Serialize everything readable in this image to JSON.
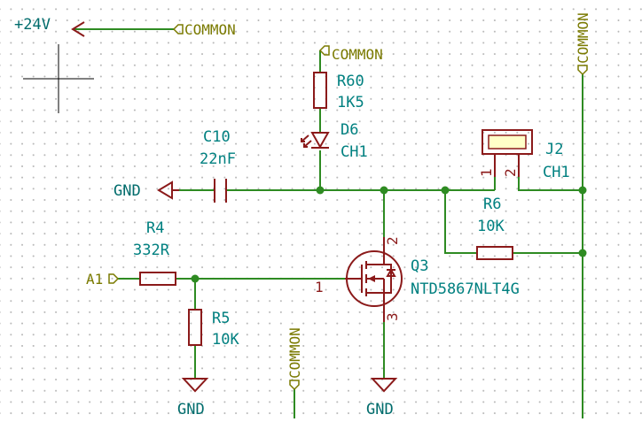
{
  "power": {
    "vcc_label": "+24V",
    "gnd_label": "GND"
  },
  "global_label": "COMMON",
  "components": {
    "r60": {
      "ref": "R60",
      "value": "1K5"
    },
    "d6": {
      "ref": "D6",
      "value": "CH1"
    },
    "c10": {
      "ref": "C10",
      "value": "22nF"
    },
    "j2": {
      "ref": "J2",
      "value": "CH1",
      "pins": [
        "1",
        "2"
      ]
    },
    "r6": {
      "ref": "R6",
      "value": "10K"
    },
    "r4": {
      "ref": "R4",
      "value": "332R"
    },
    "r5": {
      "ref": "R5",
      "value": "10K"
    },
    "q3": {
      "ref": "Q3",
      "value": "NTD5867NLT4G",
      "pins": [
        "1",
        "2",
        "3"
      ]
    }
  },
  "net_labels": {
    "a1": "A1"
  },
  "colors": {
    "wire": "#2e8b22",
    "component": "#8b1a1a",
    "text": "#008080",
    "global_label": "#7a7a00",
    "connector_fill": "#ffffc8"
  }
}
